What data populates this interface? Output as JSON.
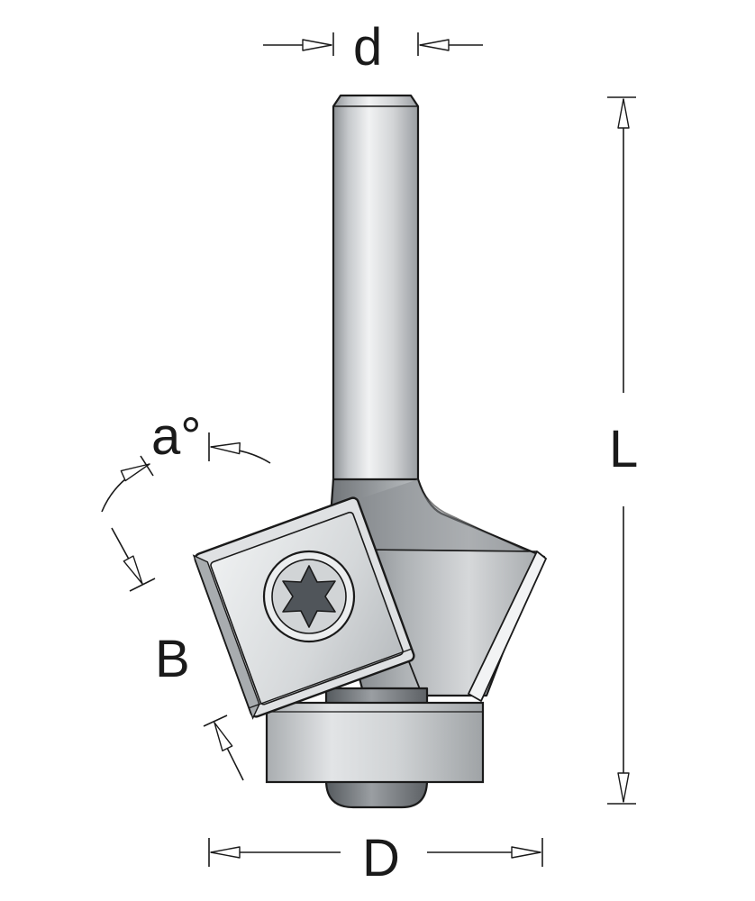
{
  "labels": {
    "d": "d",
    "L": "L",
    "angle": "a°",
    "B": "B",
    "D": "D"
  },
  "colors": {
    "outline": "#1a1a1a",
    "metal_light": "#e8eaec",
    "metal_mid": "#c6c9cc",
    "metal_dark": "#8e9296",
    "metal_darker": "#6a6e72"
  }
}
